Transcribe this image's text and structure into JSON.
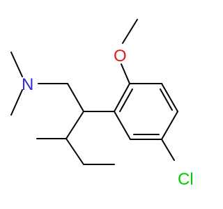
{
  "atoms": {
    "nitrogen": "N",
    "oxygen": "O",
    "chlorine": "Cl"
  },
  "colors": {
    "bond": "#000000",
    "nitrogen": "#2b2bd9",
    "oxygen": "#e01b1b",
    "chlorine": "#00cc00"
  }
}
